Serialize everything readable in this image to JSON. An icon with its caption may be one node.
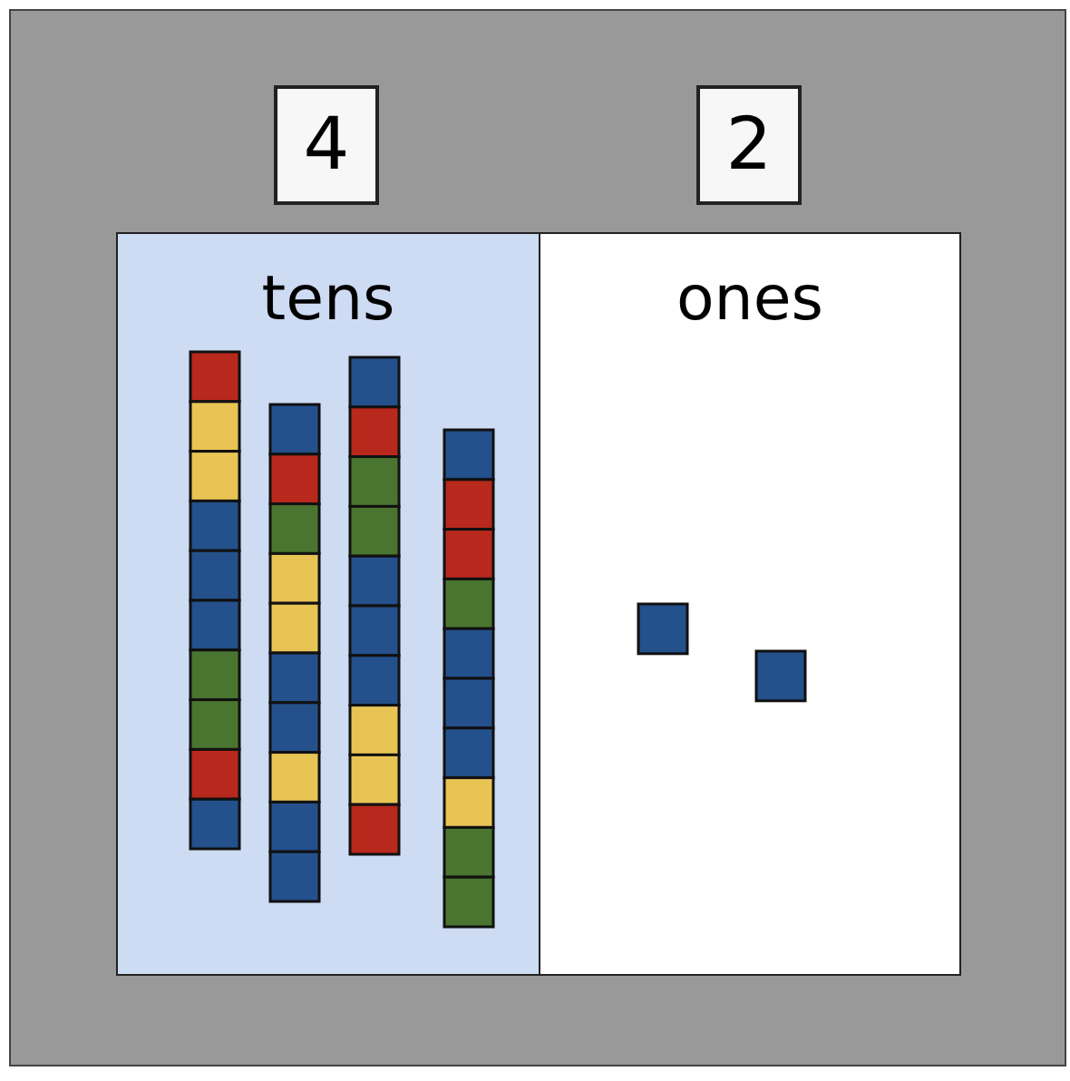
{
  "diagram": {
    "nodes": [
      {
        "text": [
          "4"
        ]
      },
      {
        "text": [
          "2"
        ]
      },
      {
        "text": [
          "tens"
        ]
      },
      {
        "text": [
          "ones"
        ]
      }
    ]
  }
}
